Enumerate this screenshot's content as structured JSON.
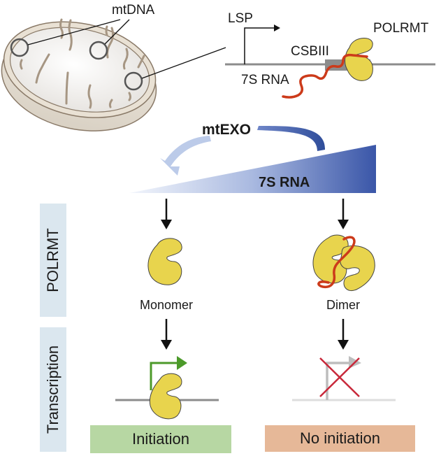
{
  "top": {
    "mtdna_label": "mtDNA",
    "lsp_label": "LSP",
    "csbiii_label": "CSBIII",
    "polrmt_label": "POLRMT",
    "rna7s_label": "7S RNA"
  },
  "middle": {
    "mtexo_label": "mtEXO",
    "gradient_label": "7S RNA",
    "gradient_direction": "increasing left to right"
  },
  "side_labels": {
    "polrmt": "POLRMT",
    "transcription": "Transcription"
  },
  "left_path": {
    "state_label": "Monomer",
    "outcome_label": "Initiation"
  },
  "right_path": {
    "state_label": "Dimer",
    "outcome_label": "No initiation"
  },
  "colors": {
    "polrmt_fill": "#e8d44d",
    "rna_red": "#cc3a1a",
    "dna_gray": "#8c8c8c",
    "gradient_dark": "#3a56a8",
    "gradient_light": "#e8eef9",
    "side_box": "#dbe7ef",
    "initiation_green": "#b7d7a3",
    "no_initiation_peach": "#e6b898",
    "promoter_green": "#4c9a2a",
    "cross_red": "#c8283a"
  }
}
